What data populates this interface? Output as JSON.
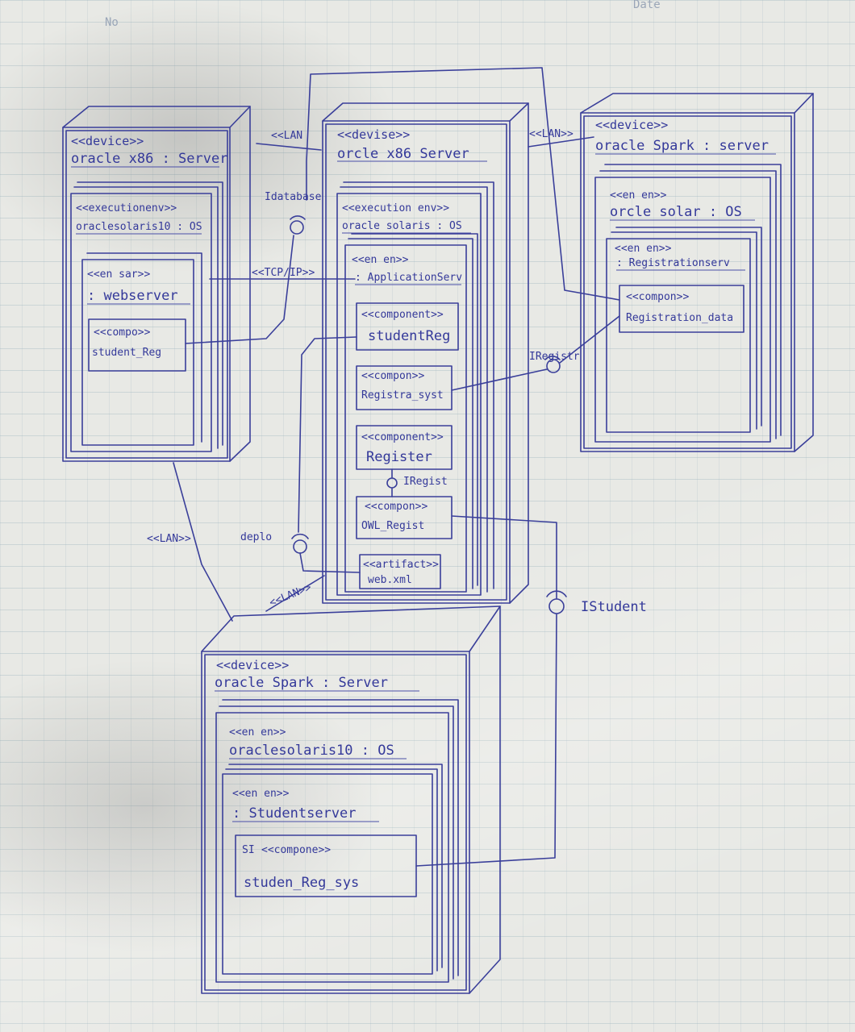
{
  "page": {
    "no_label": "No",
    "date_label": "Date"
  },
  "nodes": {
    "left_device": {
      "stereotype": "<<device>>",
      "name": "oracle x86 : Server"
    },
    "left_os": {
      "stereotype": "<<executionenv>>",
      "name": "oraclesolaris10 : OS"
    },
    "left_env": {
      "stereotype": "<<en sar>>",
      "name": ": webserver"
    },
    "left_comp": {
      "stereotype": "<<compo>>",
      "name": "student_Reg"
    },
    "mid_device": {
      "stereotype": "<<devise>>",
      "name": "orcle x86 Server"
    },
    "mid_os": {
      "stereotype": "<<execution env>>",
      "name": "oracle solaris : OS"
    },
    "mid_env": {
      "stereotype": "<<en en>>",
      "name": ": ApplicationServ"
    },
    "mid_comp1": {
      "stereotype": "<<component>>",
      "name": "studentReg"
    },
    "mid_comp2": {
      "stereotype": "<<compon>>",
      "name": "Registra_syst"
    },
    "mid_comp3": {
      "stereotype": "<<component>>",
      "name": "Register"
    },
    "mid_comp4": {
      "stereotype": "<<compon>>",
      "name": "OWL_Regist"
    },
    "mid_artifact": {
      "stereotype": "<<artifact>>",
      "name": "web.xml"
    },
    "right_device": {
      "stereotype": "<<device>>",
      "name": "oracle Spark : server"
    },
    "right_os": {
      "stereotype": "<<en en>>",
      "name": "orcle solar : OS"
    },
    "right_env": {
      "stereotype": "<<en en>>",
      "name": ": Registrationserv"
    },
    "right_comp": {
      "stereotype": "<<compon>>",
      "name": "Registration_data"
    },
    "bottom_device": {
      "stereotype": "<<device>>",
      "name": "oracle Spark : Server"
    },
    "bottom_os": {
      "stereotype": "<<en en>>",
      "name": "oraclesolaris10 : OS"
    },
    "bottom_env": {
      "stereotype": "<<en en>>",
      "name": ": Studentserver"
    },
    "bottom_comp": {
      "stereotype": "<<compone>>",
      "name": "studen_Reg_sys",
      "prefix": "SI"
    }
  },
  "labels": {
    "lan_left_mid": "<<LAN",
    "lan_mid_right": "<<LAN>>",
    "lan_left_bottom": "<<LAN>>",
    "lan_mid_bottom": "<<LAN>>",
    "tcp": "<<TCP/IP>>",
    "idatabase": "Idatabase",
    "iregister": "IRegistr",
    "iregist_small": "IRegist",
    "deploy": "deplo",
    "istudent": "IStudent"
  }
}
